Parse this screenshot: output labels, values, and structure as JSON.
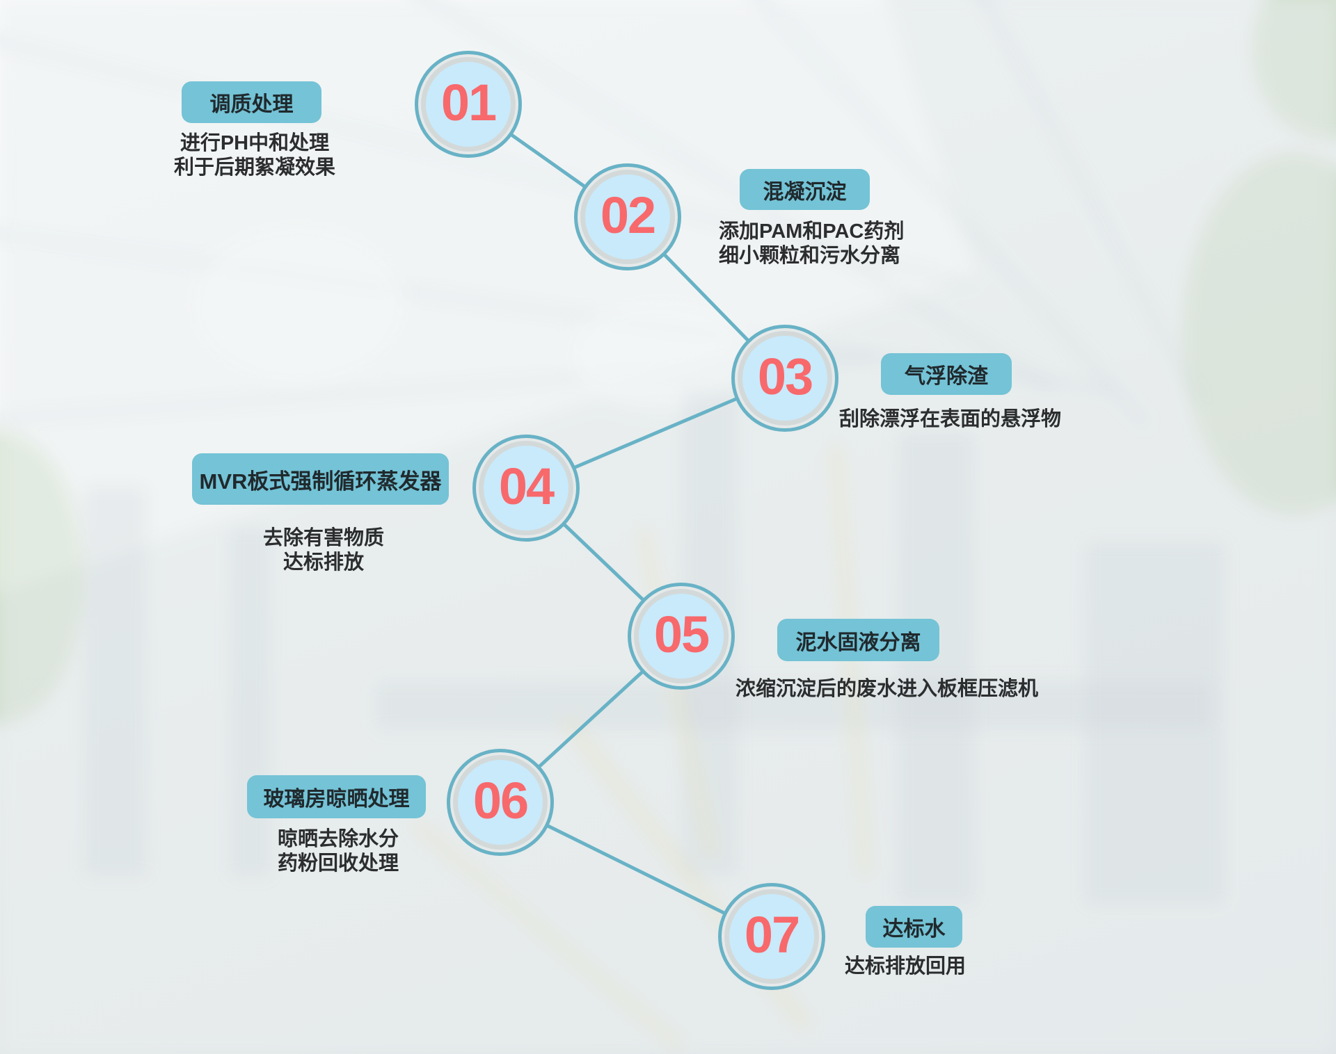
{
  "diagram": {
    "type": "process-flow",
    "steps": [
      {
        "number": "01",
        "title": "调质处理",
        "desc": "进行PH中和处理\n利于后期絮凝效果"
      },
      {
        "number": "02",
        "title": "混凝沉淀",
        "desc": "添加PAM和PAC药剂\n细小颗粒和污水分离"
      },
      {
        "number": "03",
        "title": "气浮除渣",
        "desc": "刮除漂浮在表面的悬浮物"
      },
      {
        "number": "04",
        "title": "MVR板式强制循环蒸发器",
        "desc": "去除有害物质\n达标排放"
      },
      {
        "number": "05",
        "title": "泥水固液分离",
        "desc": "浓缩沉淀后的废水进入板框压滤机"
      },
      {
        "number": "06",
        "title": "玻璃房晾晒处理",
        "desc": "晾晒去除水分\n药粉回收处理"
      },
      {
        "number": "07",
        "title": "达标水",
        "desc": "达标排放回用"
      }
    ],
    "colors": {
      "accent_teal": "#68b2c6",
      "label_background": "#74c3d6",
      "number_red": "#f8696c",
      "circle_fill": "#c8eafb",
      "text_dark": "#2b2d2e",
      "background": "#e8edee"
    }
  }
}
